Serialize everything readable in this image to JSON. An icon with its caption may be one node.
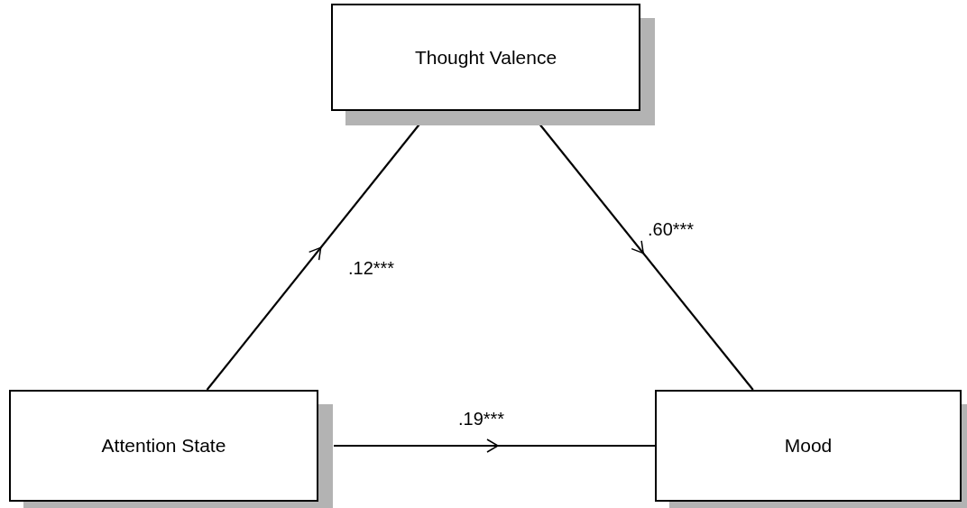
{
  "diagram": {
    "nodes": [
      {
        "text": [
          "Thought Valence"
        ]
      },
      {
        "text": [
          "Attention State"
        ]
      },
      {
        "text": [
          "Mood"
        ]
      }
    ],
    "edges": [
      {
        "from": 1,
        "to": 0,
        "arrow": "to",
        "label": ".12***"
      },
      {
        "from": 0,
        "to": 2,
        "arrow": "to",
        "label": ".60***"
      },
      {
        "from": 1,
        "to": 2,
        "arrow": "to",
        "label": ".19***"
      }
    ]
  }
}
